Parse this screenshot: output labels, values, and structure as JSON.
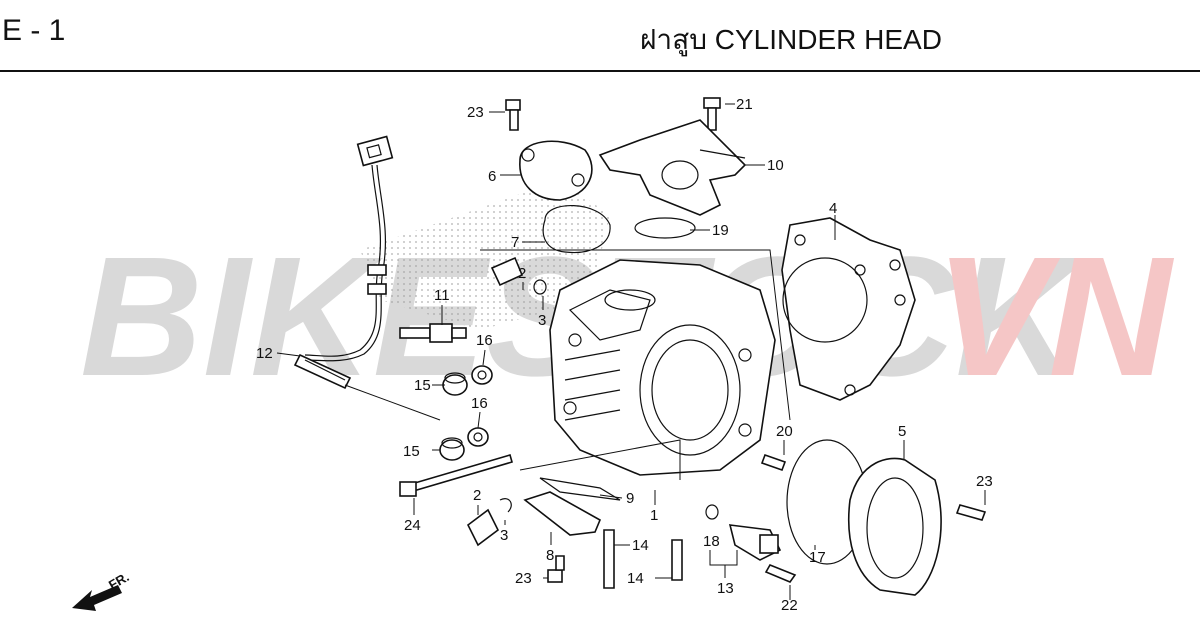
{
  "header": {
    "section_code": "E - 1",
    "title": "ฝาสูบ  CYLINDER HEAD"
  },
  "watermark": {
    "text_left": "BIKESTOCK",
    "text_right": "VN",
    "color_left": "#d9d9d9",
    "color_right": "#f5c6c6"
  },
  "direction_label": "FR.",
  "callouts": {
    "c1": "1",
    "c2a": "2",
    "c2b": "2",
    "c3a": "3",
    "c3b": "3",
    "c4": "4",
    "c5": "5",
    "c6": "6",
    "c7": "7",
    "c8": "8",
    "c9": "9",
    "c10": "10",
    "c11": "11",
    "c12": "12",
    "c13": "13",
    "c14a": "14",
    "c14b": "14",
    "c15a": "15",
    "c15b": "15",
    "c16a": "16",
    "c16b": "16",
    "c17": "17",
    "c18": "18",
    "c19": "19",
    "c20": "20",
    "c21": "21",
    "c22": "22",
    "c23a": "23",
    "c23b": "23",
    "c23c": "23",
    "c24": "24"
  }
}
